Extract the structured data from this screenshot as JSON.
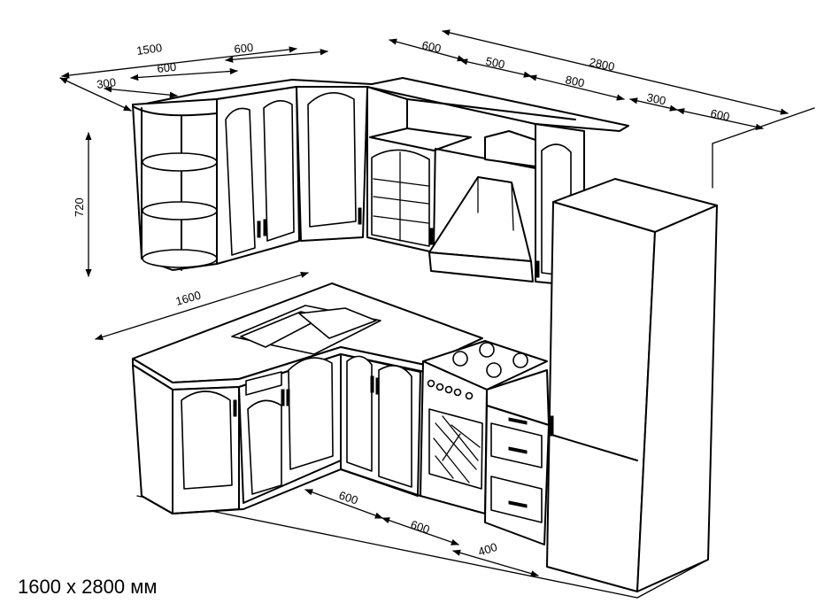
{
  "caption": "1600 x 2800 мм",
  "dimensions": {
    "top_left_overall": "1500",
    "top_left_600": "600",
    "top_left_300": "300",
    "top_left_inner_600": "600",
    "height_720": "720",
    "top_right_600": "600",
    "top_right_overall": "2800",
    "top_right_500": "500",
    "top_right_800": "800",
    "top_right_300": "300",
    "top_right_end_600": "600",
    "base_left_1600": "1600",
    "floor_600_a": "600",
    "floor_600_b": "600",
    "floor_400": "400"
  }
}
